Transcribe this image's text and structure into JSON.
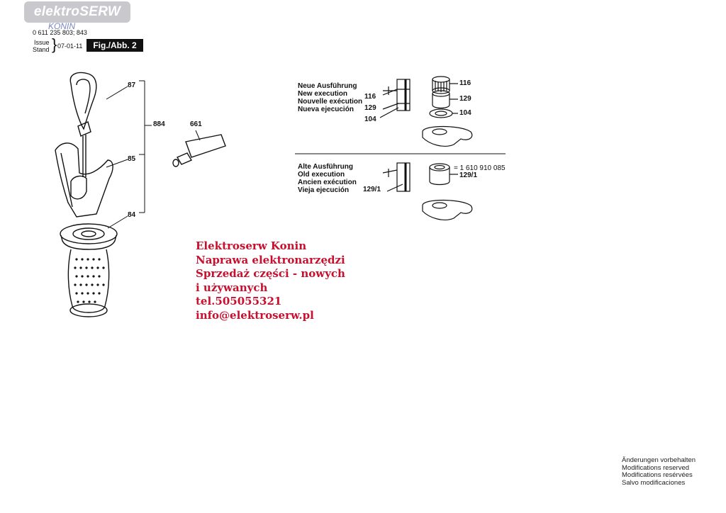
{
  "header": {
    "logo": "elektroSERW",
    "logo_sub": "KONIN",
    "part_numbers": "0 611 235 803; 843",
    "issue_label": "Issue",
    "stand_label": "Stand",
    "issue_date": "07-01-11",
    "figure": "Fig./Abb. 2"
  },
  "left_parts": {
    "labels": [
      "87",
      "884",
      "661",
      "85",
      "84"
    ]
  },
  "new_execution": {
    "lines": [
      "Neue Ausführung",
      "New execution",
      "Nouvelle exécution",
      "Nueva ejecución"
    ],
    "left_labels": [
      "116",
      "129",
      "104"
    ],
    "right_labels": [
      "116",
      "129",
      "104"
    ]
  },
  "old_execution": {
    "lines": [
      "Alte Ausführung",
      "Old execution",
      "Ancien exécution",
      "Vieja ejecución"
    ],
    "left_label": "129/1",
    "part_number": "= 1 610 910 085",
    "right_label": "129/1"
  },
  "shop_info": {
    "lines": [
      "Elektroserw Konin",
      "Naprawa elektronarzędzi",
      "Sprzedaż części - nowych",
      "i używanych",
      "tel.505055321",
      "info@elektroserw.pl"
    ]
  },
  "footer": {
    "lines": [
      "Änderungen vorbehalten",
      "Modifications reserved",
      "Modifications resérvées",
      "Salvo modificaciones"
    ]
  }
}
